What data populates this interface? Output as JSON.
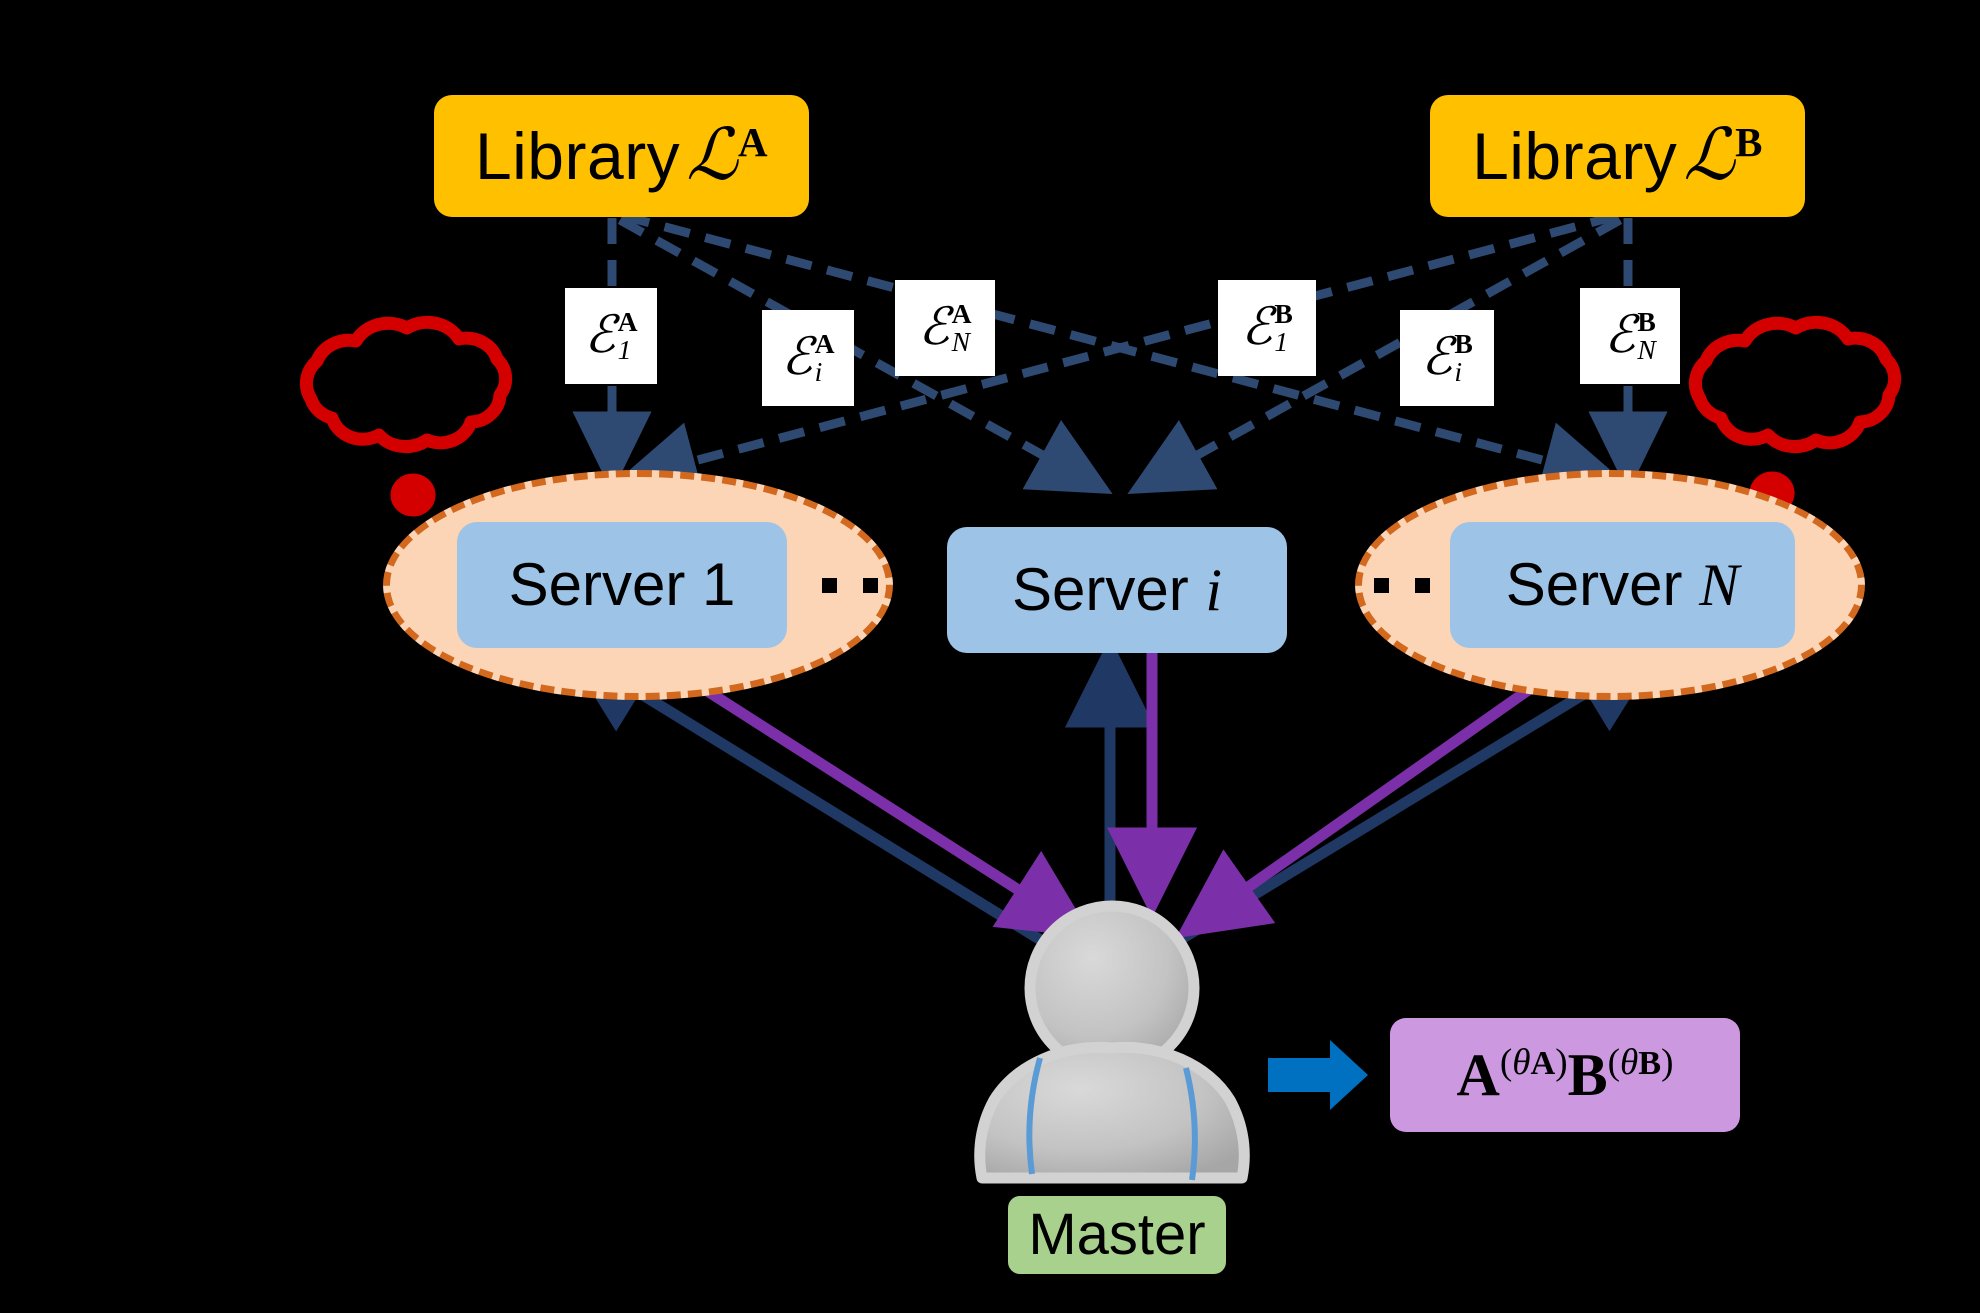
{
  "diagram": {
    "title": "Distributed coded matrix multiplication with libraries and master",
    "background_color": "#000000"
  },
  "colors": {
    "library_fill": "#FFC000",
    "server_fill": "#9DC3E6",
    "ellipse_fill": "#FBD5B5",
    "ellipse_border": "#D2691E",
    "key_box_fill": "#FFFFFF",
    "dashed_link": "#2E4A72",
    "upload_arrow": "#1F3864",
    "download_arrow": "#7B2FA8",
    "cloud_outline": "#D40000",
    "master_label_fill": "#A9D18E",
    "output_fill": "#CC99E0",
    "result_arrow": "#0070C0",
    "avatar_body": "#BFBFBF",
    "avatar_accent": "#5B9BD5"
  },
  "libraries": [
    {
      "id": "library-a",
      "prefix": "Library",
      "symbol": "ℒ",
      "superscript": "A"
    },
    {
      "id": "library-b",
      "prefix": "Library",
      "symbol": "ℒ",
      "superscript": "B"
    }
  ],
  "keys": [
    {
      "id": "key-a-1",
      "symbol": "ℰ",
      "superscript": "A",
      "subscript": "1"
    },
    {
      "id": "key-a-i",
      "symbol": "ℰ",
      "superscript": "A",
      "subscript": "i"
    },
    {
      "id": "key-a-n",
      "symbol": "ℰ",
      "superscript": "A",
      "subscript": "N"
    },
    {
      "id": "key-b-1",
      "symbol": "ℰ",
      "superscript": "B",
      "subscript": "1"
    },
    {
      "id": "key-b-i",
      "symbol": "ℰ",
      "superscript": "B",
      "subscript": "i"
    },
    {
      "id": "key-b-n",
      "symbol": "ℰ",
      "superscript": "B",
      "subscript": "N"
    }
  ],
  "servers": [
    {
      "id": "server-1",
      "prefix": "Server",
      "index": "1",
      "index_italic": false,
      "in_ellipse": true
    },
    {
      "id": "server-i",
      "prefix": "Server",
      "index": "i",
      "index_italic": true,
      "in_ellipse": false
    },
    {
      "id": "server-n",
      "prefix": "Server",
      "index": "N",
      "index_italic": true,
      "in_ellipse": true
    }
  ],
  "ellipsis": {
    "glyph": "··",
    "count": 2
  },
  "master": {
    "label": "Master",
    "avatar_name": "person-avatar"
  },
  "output": {
    "a_base": "A",
    "a_exponent": "(θA)",
    "b_base": "B",
    "b_exponent": "(θB)",
    "theta": "θ",
    "a_sub": "A",
    "b_sub": "B"
  },
  "clouds": [
    {
      "id": "cloud-left",
      "meaning": "eavesdropper-colluding-servers"
    },
    {
      "id": "cloud-right",
      "meaning": "eavesdropper-colluding-servers"
    }
  ],
  "edges": {
    "library_to_server": "dashed",
    "server_to_master": "upload",
    "master_to_server": "download",
    "master_to_output": "result"
  }
}
